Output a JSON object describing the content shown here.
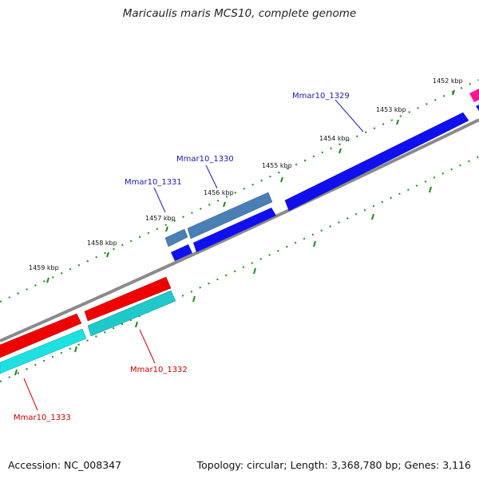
{
  "title": "Maricaulis maris MCS10, complete genome",
  "footer": {
    "accession": "Accession: NC_008347",
    "summary": "Topology: circular; Length: 3,368,780 bp; Genes: 3,116"
  },
  "colors": {
    "backbone": "#808080",
    "tick": "#1a8a1a",
    "forward_gene": "#0000ee",
    "forward_gene_alt": "#4a7fb5",
    "reverse_gene": "#ee0000",
    "reverse_gene_alt": "#1fc9c9",
    "pink_gene": "#ff1493",
    "forward_label": "#1a1aa6",
    "reverse_label": "#cc0000"
  },
  "ticks": [
    "1452 kbp",
    "1453 kbp",
    "1454 kbp",
    "1455 kbp",
    "1456 kbp",
    "1457 kbp",
    "1458 kbp",
    "1459 kbp"
  ],
  "genes": [
    {
      "name": "Mmar10_1329",
      "strand": "forward"
    },
    {
      "name": "Mmar10_1330",
      "strand": "forward"
    },
    {
      "name": "Mmar10_1331",
      "strand": "forward"
    },
    {
      "name": "Mmar10_1332",
      "strand": "reverse"
    },
    {
      "name": "Mmar10_1333",
      "strand": "reverse"
    }
  ]
}
